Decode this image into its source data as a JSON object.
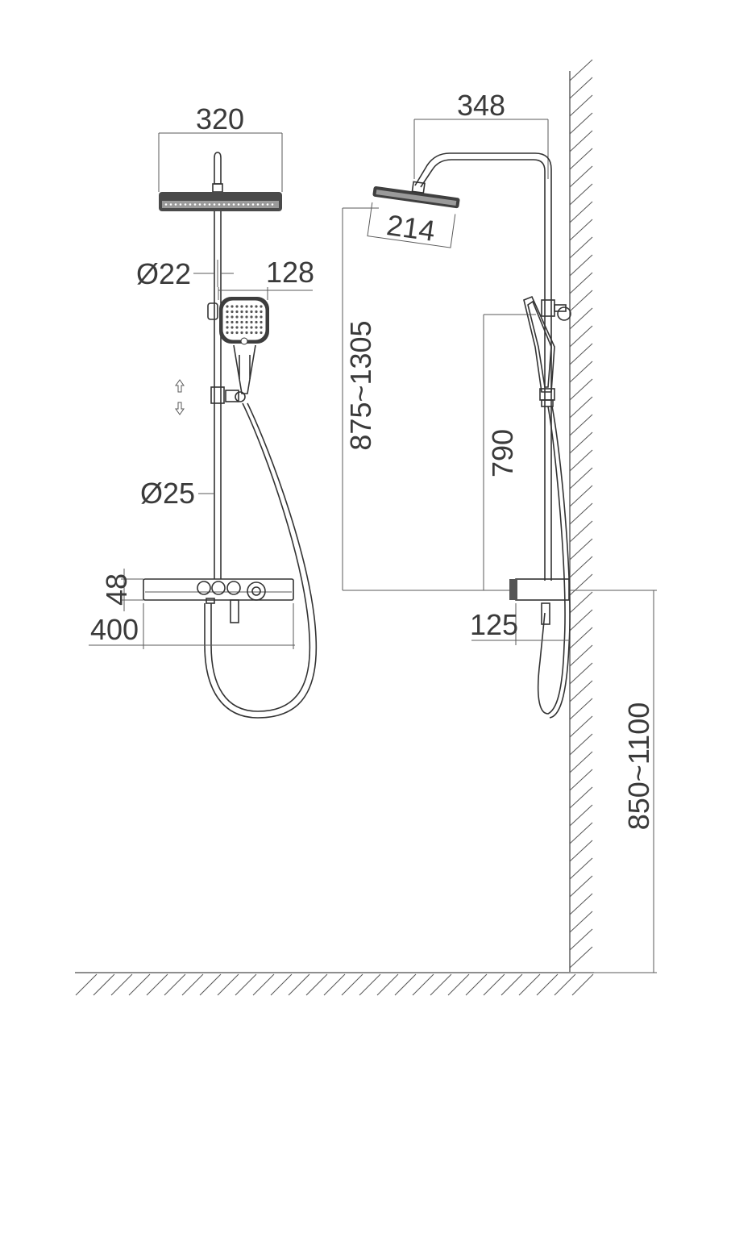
{
  "dimensions": {
    "head_width_front": "320",
    "rod_upper_diameter": "Ø22",
    "handshower_width": "128",
    "rod_lower_diameter": "Ø25",
    "shelf_height": "48",
    "shelf_width": "400",
    "arm_reach": "348",
    "head_depth_side": "214",
    "head_height_range": "875~1305",
    "holder_height": "790",
    "shelf_depth": "125",
    "mount_height_range": "850~1100"
  },
  "icons": {
    "height_adjust": "up-down-arrows-icon"
  }
}
